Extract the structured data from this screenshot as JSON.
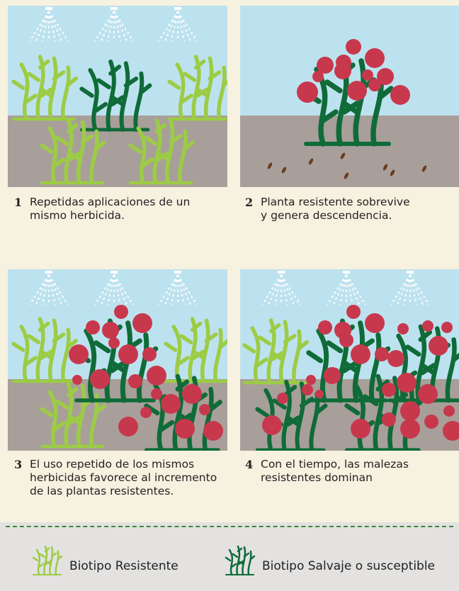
{
  "steps": [
    {
      "number": "1",
      "text": "Repetidas aplicaciones de un mismo herbicida."
    },
    {
      "number": "2",
      "text": "Planta resistente sobrevive y genera descendencia."
    },
    {
      "number": "3",
      "text": "El uso repetido de los mismos herbicidas favorece al incremento de las plantas resistentes."
    },
    {
      "number": "4",
      "text": "Con el tiempo, las malezas resistentes dominan"
    }
  ],
  "legend": {
    "resistant_label": "Biotipo Resistente",
    "wild_label": "Biotipo Salvaje o susceptible"
  },
  "colors": {
    "sky": "#bde2ef",
    "soil": "#a89f9a",
    "resistant_plant": "#9ccc45",
    "wild_plant": "#0f6b38",
    "seed": "#6b3a1e",
    "flower": "#c8384d",
    "background": "#f7f1e0",
    "legend_bg": "#e3e2e1"
  }
}
